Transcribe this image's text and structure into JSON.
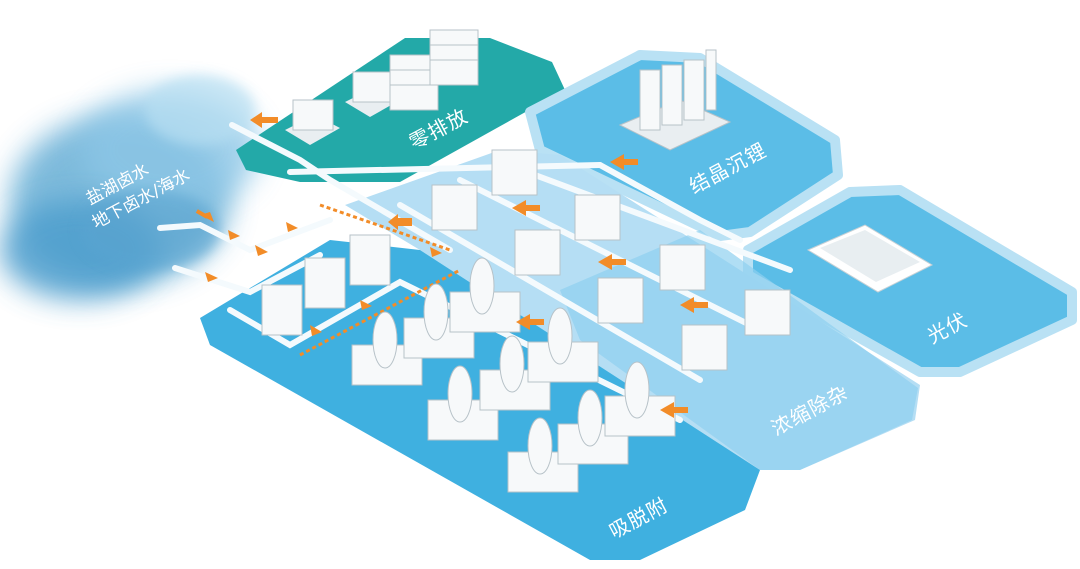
{
  "source": {
    "line1": "盐湖卤水",
    "line2": "地下卤水/海水"
  },
  "zones": {
    "zero_discharge": "零排放",
    "crystallization": "结晶沉锂",
    "concentration": "浓缩除杂",
    "photovoltaic": "光伏",
    "adsorption": "吸脱附"
  },
  "colors": {
    "teal": "#23a9a8",
    "sky": "#cfe9f7",
    "blue": "#3fb0e0",
    "mid_blue": "#7ccdf0",
    "dark_blue": "#2b9fd4",
    "arrow": "#f28c28",
    "pipe": "#f4fafd",
    "cloud": "#5fa7cf"
  }
}
